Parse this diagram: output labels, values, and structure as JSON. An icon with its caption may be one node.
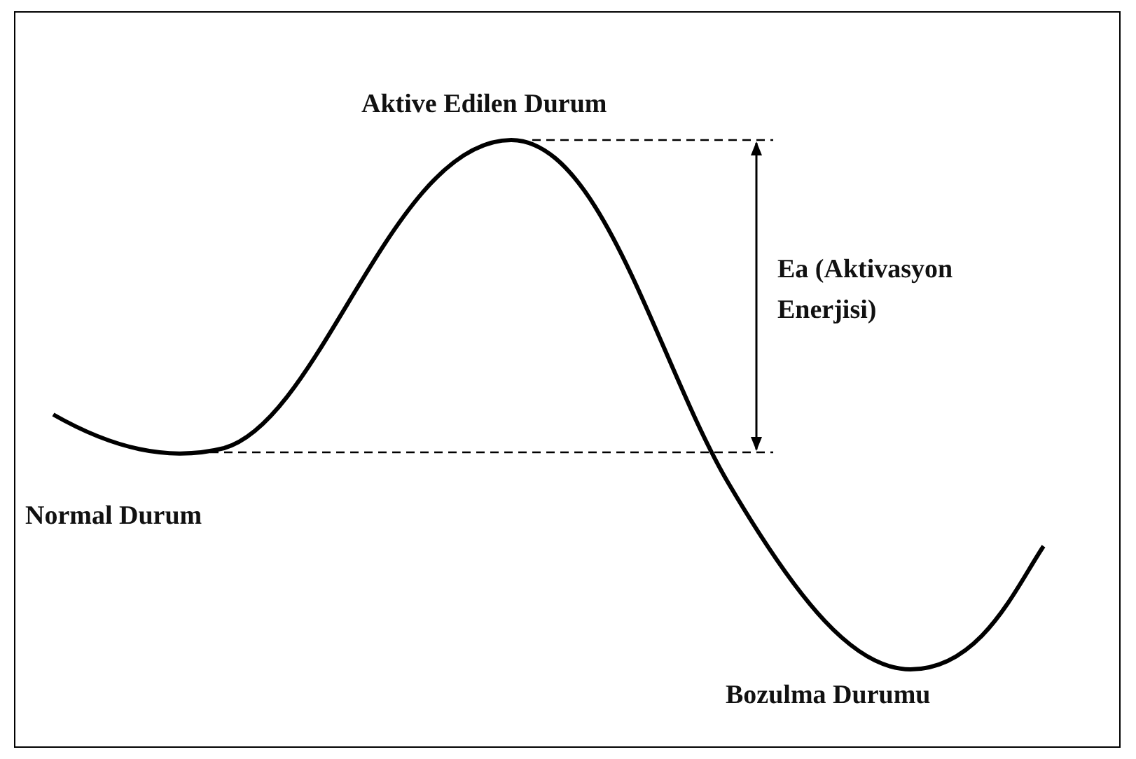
{
  "diagram": {
    "labels": [
      "Aktive Edilen Durum",
      "Ea (Aktivasyon Enerjisi)",
      "Normal Durum",
      "Bozulma Durumu"
    ]
  }
}
